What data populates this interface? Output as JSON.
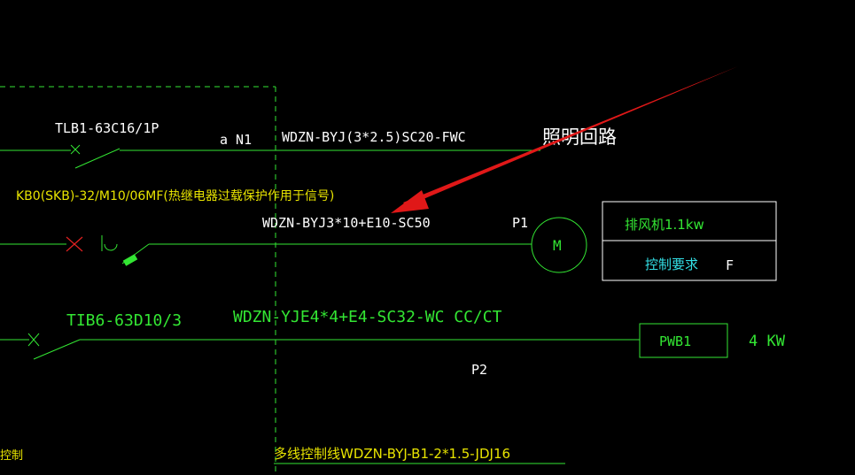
{
  "colors": {
    "background": "#000000",
    "line_green": "#33e633",
    "text_white": "#ffffff",
    "text_yellow": "#e8e400",
    "text_cyan": "#33e0e6",
    "arrow_red": "#e01818",
    "breaker_red": "#e02020"
  },
  "circuit1": {
    "breaker": "TLB1-63C16/1P",
    "phase_label": "a N1",
    "cable": "WDZN-BYJ(3*2.5)SC20-FWC",
    "load": "照明回路"
  },
  "circuit2": {
    "breaker": "KB0(SKB)-32/M10/06MF(热继电器过载保护作用于信号)",
    "cable": "WDZN-BYJ3*10+E10-SC50",
    "load_label": "P1",
    "motor_symbol": "M",
    "equipment_name": "排风机1.1kw",
    "control_label": "控制要求",
    "control_value": "F"
  },
  "circuit3": {
    "breaker": "TIB6-63D10/3",
    "cable": "WDZN-YJE4*4+E4-SC32-WC CC/CT",
    "panel": "PWB1",
    "power": "4 KW",
    "load_label": "P2"
  },
  "bottom": {
    "control_line": "多线控制线WDZN-BYJ-B1-2*1.5-JDJ16",
    "left_label": "控制"
  },
  "icons": [
    "breaker-x-icon",
    "motor-circle-icon",
    "red-pointer-arrow-icon",
    "contactor-icon"
  ]
}
